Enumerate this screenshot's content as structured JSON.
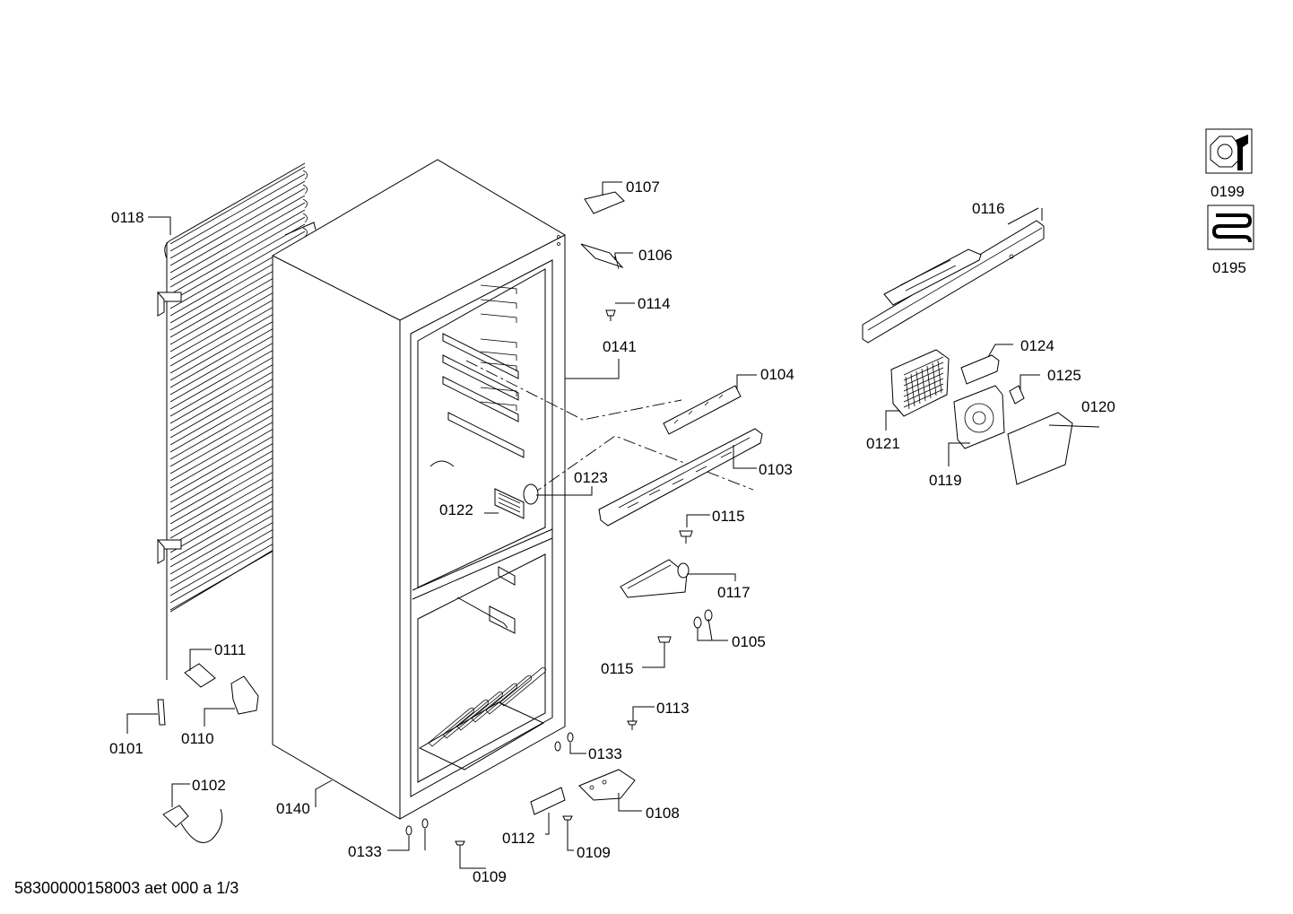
{
  "callouts": {
    "c0101": "0101",
    "c0102": "0102",
    "c0103": "0103",
    "c0104": "0104",
    "c0105": "0105",
    "c0106": "0106",
    "c0107": "0107",
    "c0108": "0108",
    "c0109a": "0109",
    "c0109b": "0109",
    "c0110": "0110",
    "c0111": "0111",
    "c0112": "0112",
    "c0113": "0113",
    "c0114": "0114",
    "c0115a": "0115",
    "c0115b": "0115",
    "c0116": "0116",
    "c0117": "0117",
    "c0118": "0118",
    "c0119": "0119",
    "c0120": "0120",
    "c0121": "0121",
    "c0122": "0122",
    "c0123": "0123",
    "c0124": "0124",
    "c0125": "0125",
    "c0133a": "0133",
    "c0133b": "0133",
    "c0140": "0140",
    "c0141": "0141",
    "c0195": "0195",
    "c0199": "0199"
  },
  "icons": {
    "tools": "wrench-nut-icon",
    "refrigerant": "coil-icon"
  },
  "footer": {
    "doc_id": "58300000158003 aet 000 a 1/3"
  }
}
